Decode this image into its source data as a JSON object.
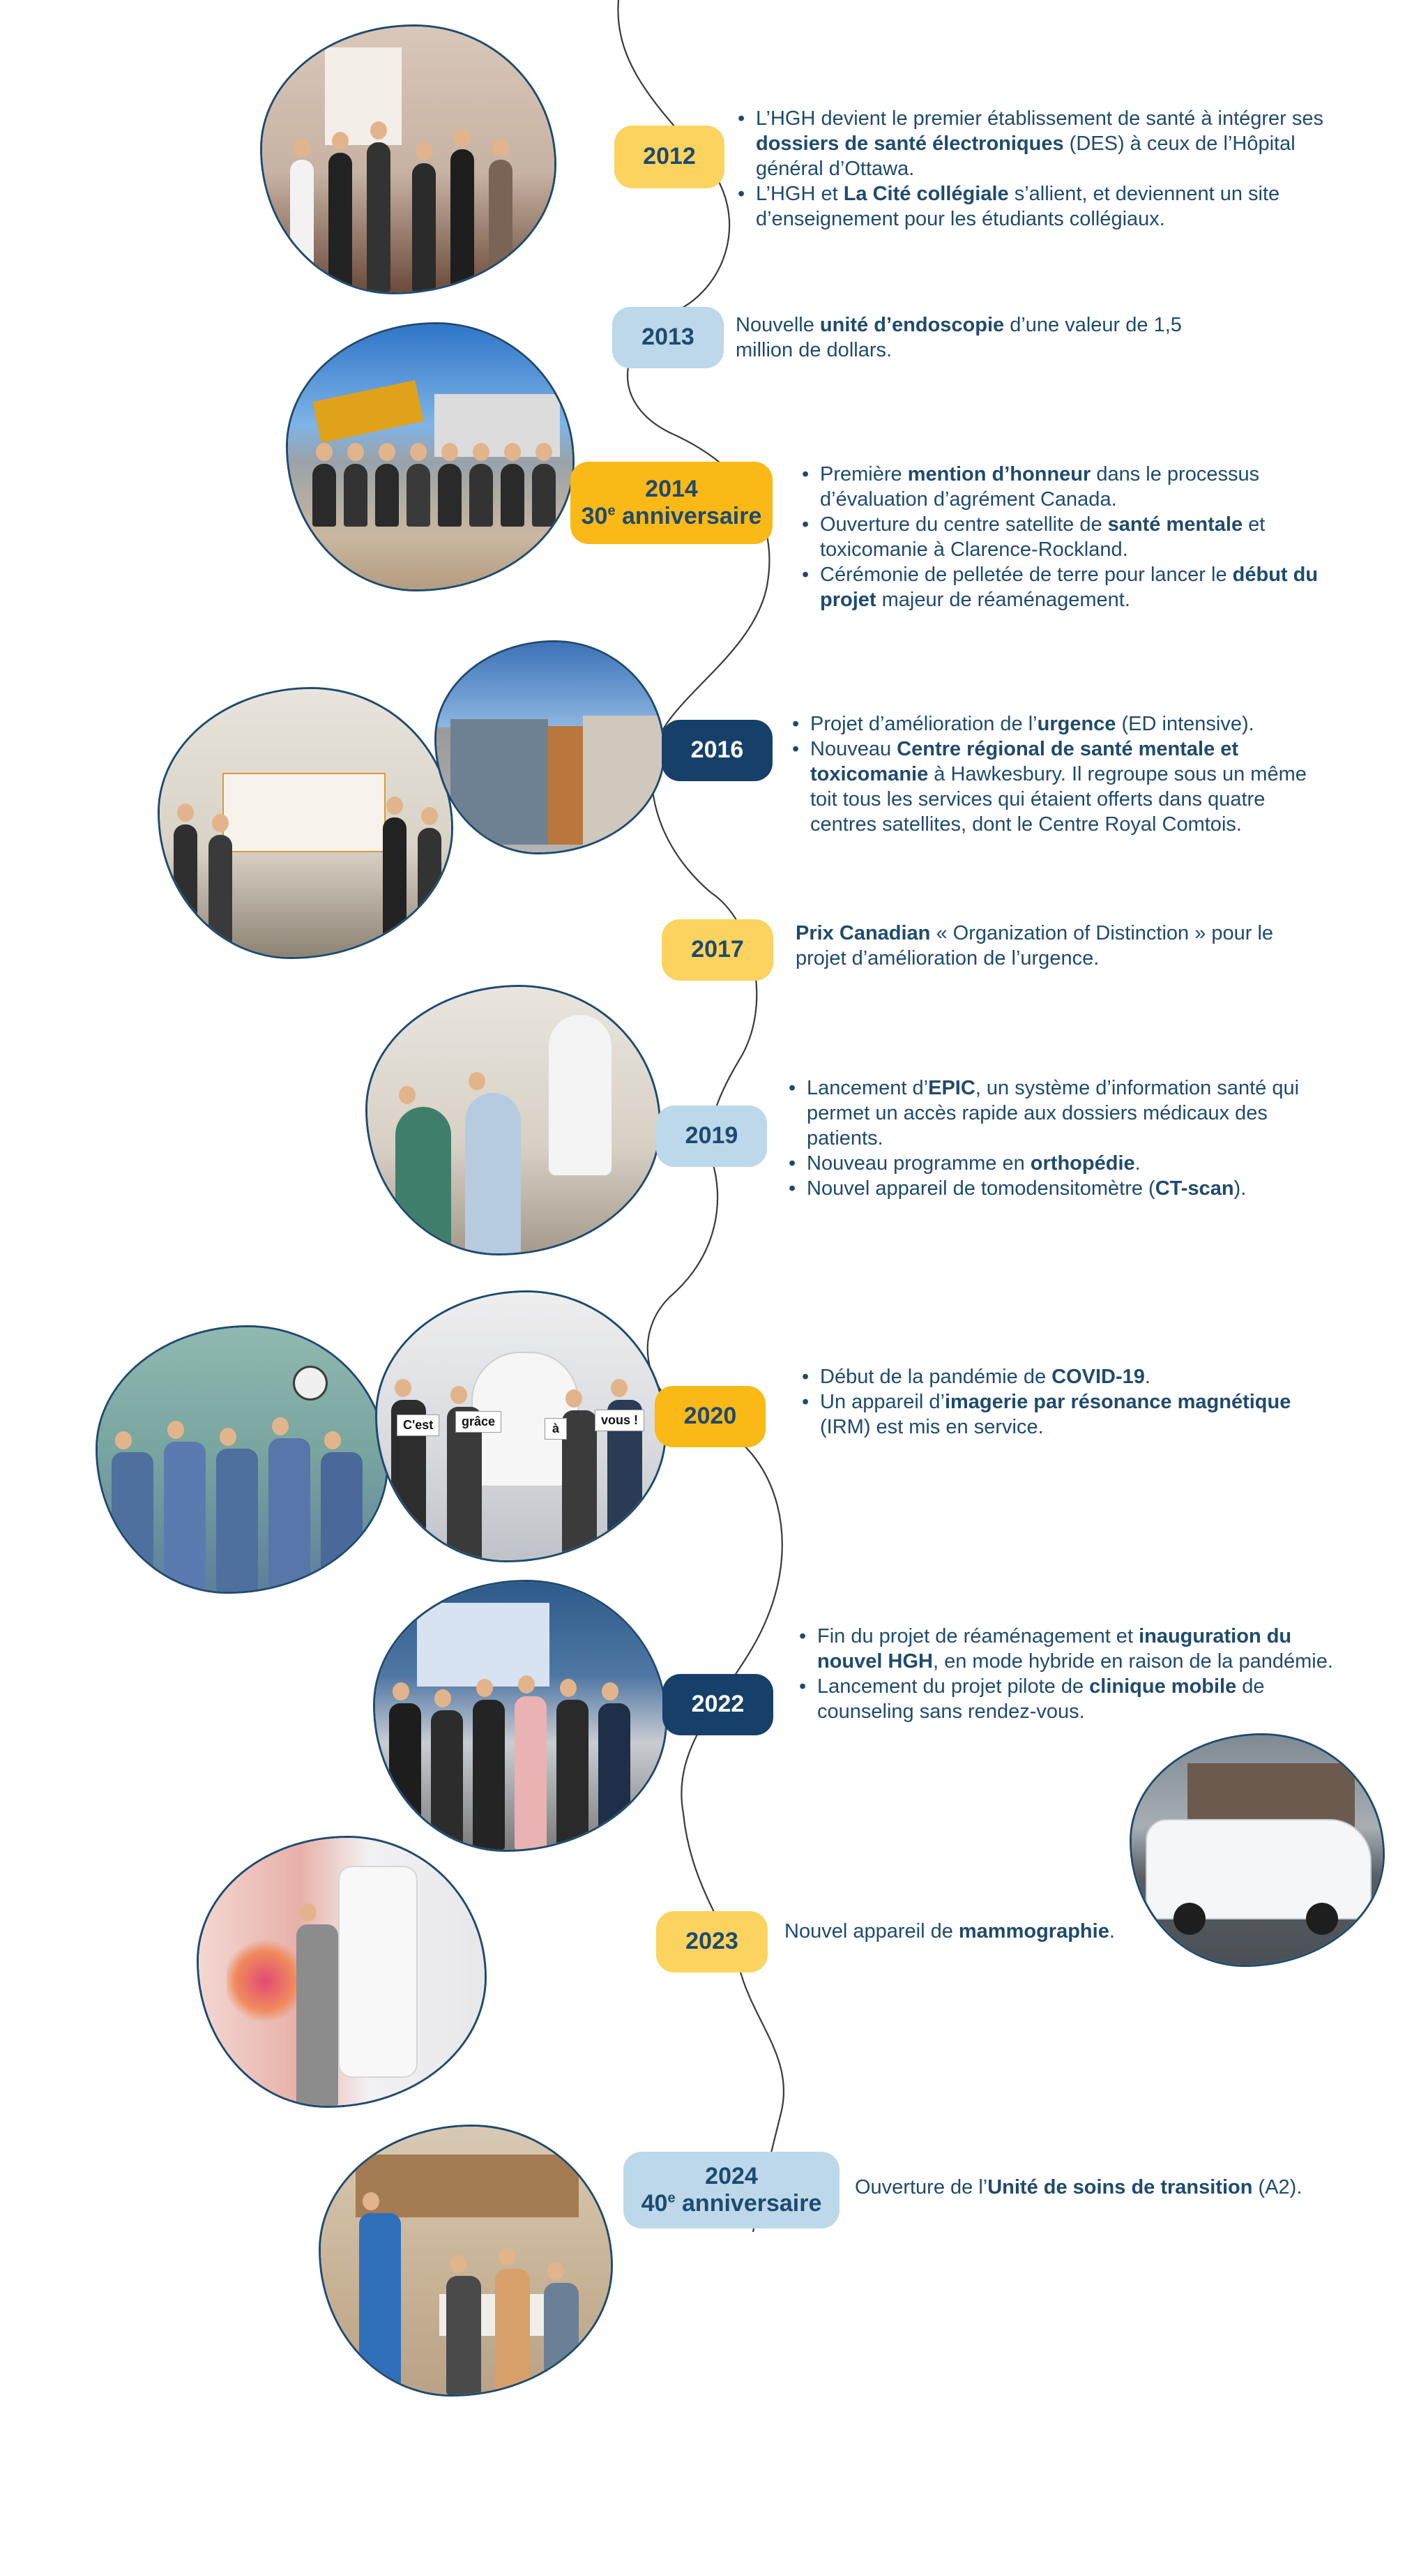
{
  "entries": [
    {
      "year": "2012",
      "items": [
        [
          "L’HGH devient le premier établissement de santé à intégrer ses ",
          {
            "b": "dossiers de santé électroniques"
          },
          " (DES) à ceux de l’Hôpital général d’Ottawa."
        ],
        [
          "L’HGH et ",
          {
            "b": "La Cité collégiale"
          },
          " s’allient, et deviennent un site d’enseignement pour les étudiants collégiaux."
        ]
      ]
    },
    {
      "year": "2013",
      "text": [
        "Nouvelle ",
        {
          "b": "unité d’endoscopie"
        },
        " d’une valeur de 1,5 million de dollars."
      ]
    },
    {
      "year": "2014",
      "anniversary_num": "30",
      "anniversary_sup": "e",
      "anniversary_word": "anniversaire",
      "items": [
        [
          "Première ",
          {
            "b": "mention d’honneur"
          },
          " dans le processus d’évaluation d’agrément Canada."
        ],
        [
          "Ouverture du centre satellite de ",
          {
            "b": "santé mentale"
          },
          " et toxicomanie à Clarence-Rockland."
        ],
        [
          "Cérémonie de pelletée de terre pour lancer le ",
          {
            "b": "début du projet"
          },
          " majeur de réaménagement."
        ]
      ]
    },
    {
      "year": "2016",
      "items": [
        [
          "Projet d’amélioration de l’",
          {
            "b": "urgence"
          },
          " (ED intensive)."
        ],
        [
          "Nouveau ",
          {
            "b": "Centre régional de santé mentale et toxicomanie"
          },
          " à Hawkesbury. Il regroupe sous un même toit tous les services qui étaient offerts dans quatre centres satellites, dont le Centre Royal Comtois."
        ]
      ]
    },
    {
      "year": "2017",
      "text": [
        {
          "b": "Prix Canadian"
        },
        " « Organization of Distinction » pour le projet d’amélioration de l’urgence."
      ]
    },
    {
      "year": "2019",
      "items": [
        [
          "Lancement d’",
          {
            "b": "EPIC"
          },
          ", un système d’information santé qui permet un accès rapide aux dossiers médicaux des patients."
        ],
        [
          "Nouveau programme en ",
          {
            "b": "orthopédie"
          },
          "."
        ],
        [
          "Nouvel appareil de tomodensitomètre (",
          {
            "b": "CT-scan"
          },
          ")."
        ]
      ]
    },
    {
      "year": "2020",
      "items": [
        [
          "Début de la pandémie de ",
          {
            "b": "COVID-19"
          },
          "."
        ],
        [
          "Un appareil d’",
          {
            "b": "imagerie par résonance magnétique"
          },
          " (IRM) est mis en service."
        ]
      ]
    },
    {
      "year": "2022",
      "items": [
        [
          "Fin du projet de réaménagement et ",
          {
            "b": "inauguration du nouvel HGH"
          },
          ", en mode hybride en raison de la pandémie."
        ],
        [
          "Lancement du projet pilote de ",
          {
            "b": "clinique mobile"
          },
          " de counseling sans rendez-vous."
        ]
      ]
    },
    {
      "year": "2023",
      "text": [
        "Nouvel appareil de ",
        {
          "b": "mammographie"
        },
        "."
      ]
    },
    {
      "year": "2024",
      "anniversary_num": "40",
      "anniversary_sup": "e",
      "anniversary_word": "anniversaire",
      "text": [
        "Ouverture de l’",
        {
          "b": "Unité de soins de transition"
        },
        " (A2)."
      ]
    }
  ],
  "photo_signs": {
    "cest": "C'est",
    "grace": "grâce",
    "a": "à",
    "vous": "vous !"
  },
  "colors": {
    "navy": "#16406a",
    "text": "#1f4a6e",
    "yellow": "#fcd35f",
    "gold": "#fbb917",
    "light_blue": "#bcd8ea"
  }
}
